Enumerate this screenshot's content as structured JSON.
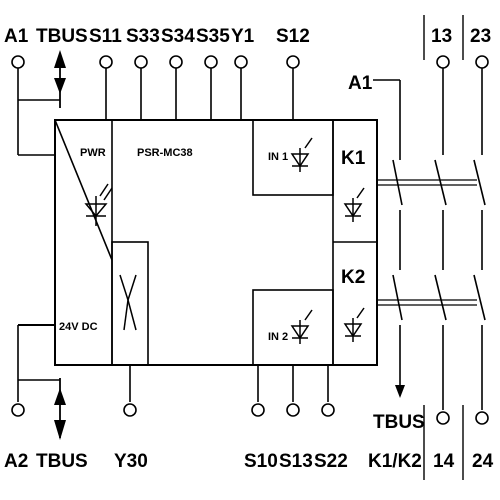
{
  "diagram": {
    "top_terminals": {
      "a1": "A1",
      "tbus": "TBUS",
      "s11": "S11",
      "s33": "S33",
      "s34": "S34",
      "s35": "S35",
      "y1": "Y1",
      "s12": "S12",
      "t13": "13",
      "t23": "23"
    },
    "bottom_terminals": {
      "a2": "A2",
      "tbus": "TBUS",
      "y30": "Y30",
      "s10": "S10",
      "s13": "S13",
      "s22": "S22",
      "tbus_k": "TBUS",
      "k1k2": "K1/K2",
      "t14": "14",
      "t24": "24"
    },
    "module": {
      "pwr": "PWR",
      "model": "PSR-MC38",
      "supply": "24V DC",
      "in1": "IN 1",
      "in2": "IN 2",
      "k1": "K1",
      "k2": "K2",
      "a1_side": "A1"
    }
  }
}
